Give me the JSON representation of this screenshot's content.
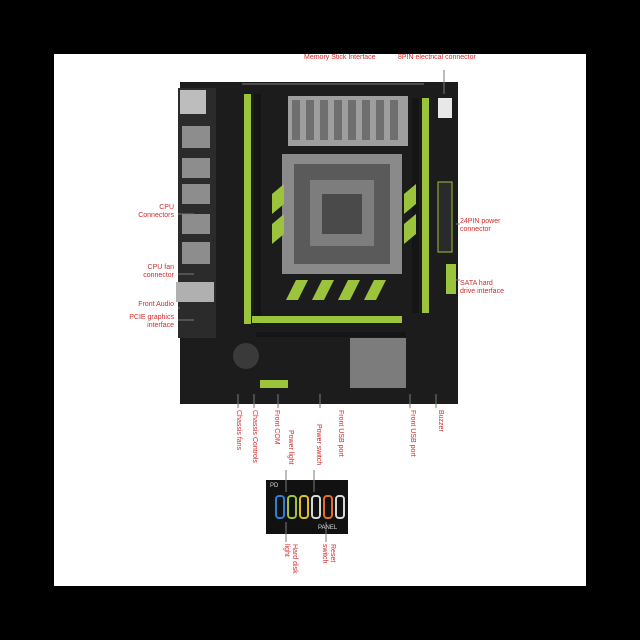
{
  "labels": {
    "memory_stick_interface": "Memory Stick Interface",
    "pin8_connector": "8PIN electrical connector",
    "cpu_connectors_l1": "CPU",
    "cpu_connectors_l2": "Connectors",
    "cpu_fan_l1": "CPU fan",
    "cpu_fan_l2": "connector",
    "front_audio": "Front Audio",
    "pcie_l1": "PCIE graphics",
    "pcie_l2": "interface",
    "pin24_l1": "24PIN power",
    "pin24_l2": "connector",
    "sata_l1": "SATA hard",
    "sata_l2": "drive interface",
    "chassis_fans": "Chassis fans",
    "chassis_controls": "Chassis Controls",
    "front_com": "Front COM",
    "front_usb_port_1": "Front USB port",
    "front_usb_port_2": "Front USB port",
    "buzzer": "Buzzer",
    "power_light": "Power light",
    "power_switch": "Power switch",
    "hard_disk_light_l1": "Hard disk",
    "hard_disk_light_l2": "light",
    "reset_switch_l1": "Reset",
    "reset_switch_l2": "switch",
    "panel_header_label": "PANEL",
    "panel_pin_label": "PD"
  },
  "colors": {
    "label_red": "#d42a2a",
    "board_green": "#9bc33b",
    "pcb_dark": "#1c1c1c",
    "background": "#000000",
    "canvas": "#ffffff"
  }
}
